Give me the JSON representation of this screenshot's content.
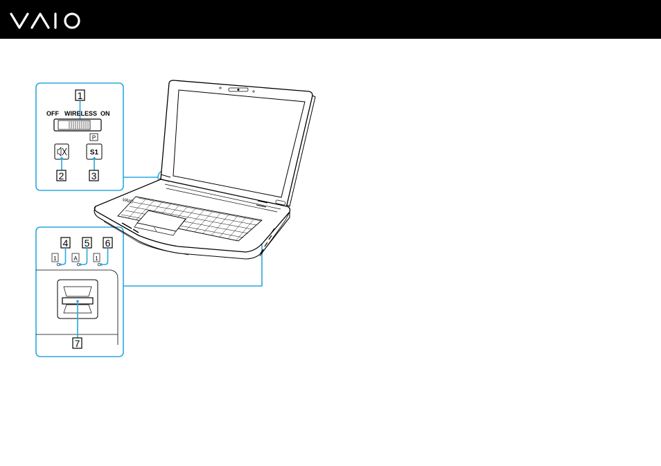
{
  "header": {
    "logo_text": "VAIO",
    "logo_icon": "vaio-logo"
  },
  "switch_panel": {
    "off_label": "OFF",
    "wireless_label": "WIRELESS",
    "on_label": "ON",
    "p_label": "P",
    "s1_label": "S1",
    "mute_icon": "speaker-mute-icon"
  },
  "indicators": {
    "num_lock_glyph": "1",
    "caps_lock_glyph": "A",
    "scroll_lock_glyph": "1"
  },
  "callouts": [
    "1",
    "2",
    "3",
    "4",
    "5",
    "6",
    "7"
  ],
  "colors": {
    "header_bg": "#000000",
    "callout_blue": "#2aa7e0"
  }
}
